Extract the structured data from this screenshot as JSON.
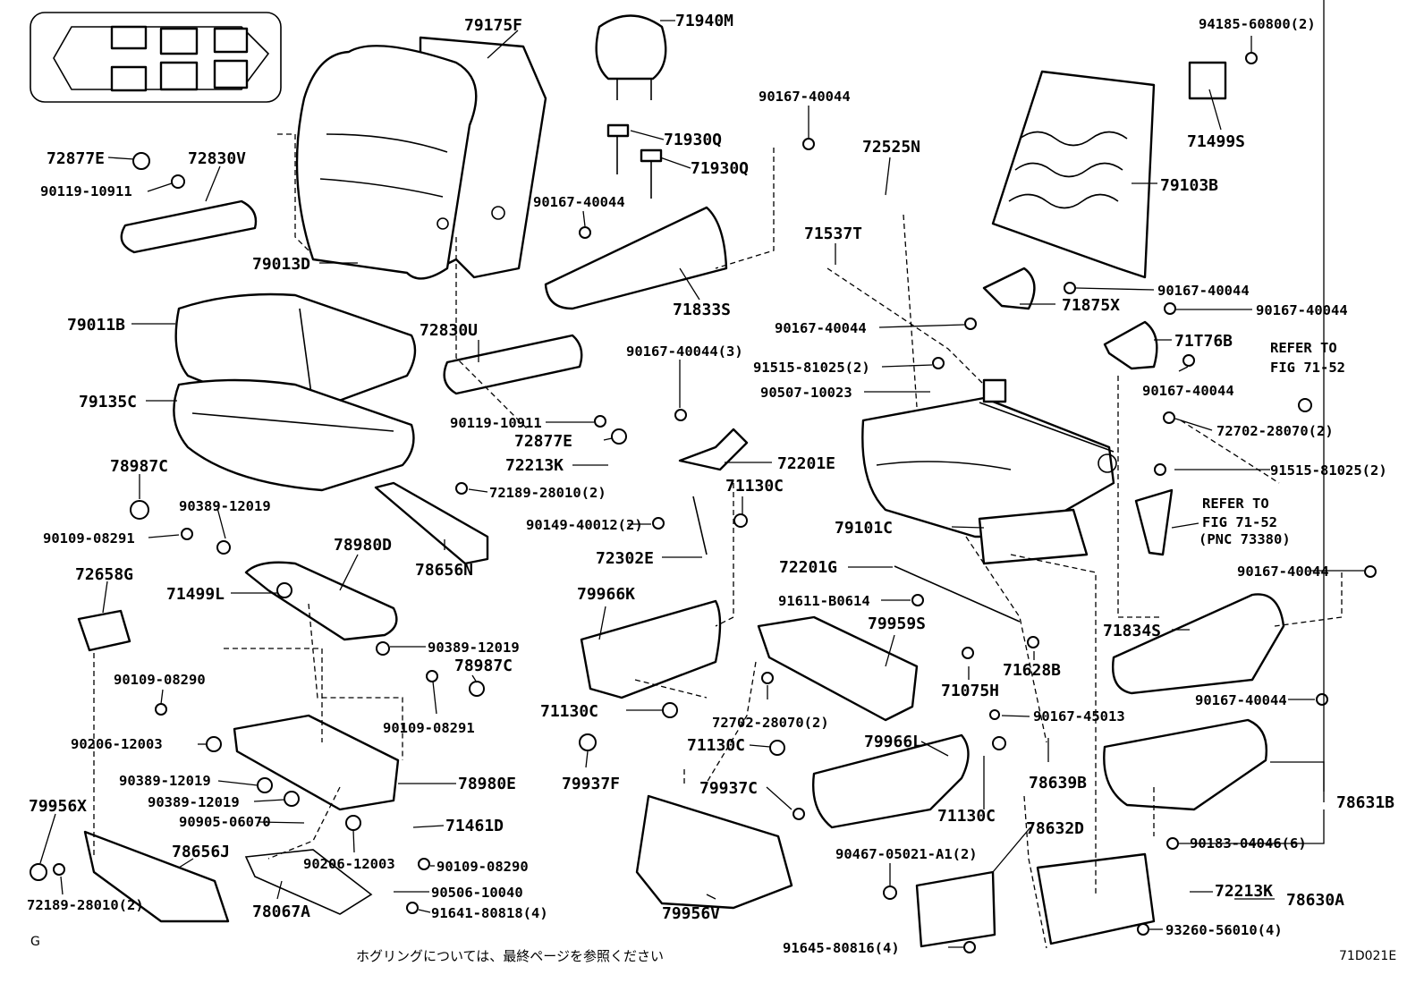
{
  "figure_code": "71D021E",
  "corner_letter": "G",
  "footnote": "ホグリングについては、最終ページを参照ください",
  "refer_notes": {
    "a": [
      "REFER TO",
      "FIG 71-52"
    ],
    "b": [
      "REFER TO",
      "FIG 71-52",
      "(PNC 73380)"
    ]
  },
  "labels": {
    "p79175F": "79175F",
    "p71940M": "71940M",
    "p94185": "94185-60800(2)",
    "p72877E_a": "72877E",
    "p72830V": "72830V",
    "p90119_a": "90119-10911",
    "p71930Q_a": "71930Q",
    "p71930Q_b": "71930Q",
    "p90167_top": "90167-40044",
    "p72525N": "72525N",
    "p71499S": "71499S",
    "p79103B": "79103B",
    "p90167_l": "90167-40044",
    "p71537T": "71537T",
    "p79013D": "79013D",
    "p71833S": "71833S",
    "p90167_r1": "90167-40044",
    "p71875X": "71875X",
    "p90167_m": "90167-40044",
    "p90167_r2": "90167-40044",
    "p79011B": "79011B",
    "p72830U": "72830U",
    "p71T76B": "71T76B",
    "p90167_3": "90167-40044(3)",
    "p91515_a": "91515-81025(2)",
    "p90167_r3": "90167-40044",
    "p79135C": "79135C",
    "p90507": "90507-10023",
    "p90119_b": "90119-10911",
    "p72702_a": "72702-28070(2)",
    "p72877E_b": "72877E",
    "p78987C_a": "78987C",
    "p72213K_a": "72213K",
    "p72201E": "72201E",
    "p91515_b": "91515-81025(2)",
    "p71130C_a": "71130C",
    "p72189_a": "72189-28010(2)",
    "p90389_a": "90389-12019",
    "p79101C": "79101C",
    "p90109_a": "90109-08291",
    "p90149": "90149-40012(2)",
    "p78980D": "78980D",
    "p72302E": "72302E",
    "p78656N": "78656N",
    "p72658G": "72658G",
    "p72201G": "72201G",
    "p90167_r4": "90167-40044",
    "p71499L": "71499L",
    "p79966K": "79966K",
    "p91611": "91611-B0614",
    "p79959S": "79959S",
    "p71834S": "71834S",
    "p90389_b": "90389-12019",
    "p78987C_b": "78987C",
    "p71628B": "71628B",
    "p90109_b": "90109-08290",
    "p71075H": "71075H",
    "p90167_r5": "90167-40044",
    "p90109_c": "90109-08291",
    "p71130C_b": "71130C",
    "p90167_45013": "90167-45013",
    "p72702_b": "72702-28070(2)",
    "p90206_a": "90206-12003",
    "p71130C_c": "71130C",
    "p79966L": "79966L",
    "p78639B": "78639B",
    "p79937F": "79937F",
    "p78631B": "78631B",
    "p90389_c": "90389-12019",
    "p78980E": "78980E",
    "p79937C": "79937C",
    "p90389_d": "90389-12019",
    "p71130C_d": "71130C",
    "p79956X": "79956X",
    "p90905": "90905-06070",
    "p71461D": "71461D",
    "p78632D": "78632D",
    "p90183": "90183-04046(6)",
    "p78656J": "78656J",
    "p90206_b": "90206-12003",
    "p90109_d": "90109-08290",
    "p90467": "90467-05021-A1(2)",
    "p72213K_b": "72213K",
    "p78630A": "78630A",
    "p90506": "90506-10040",
    "p72189_b": "72189-28010(2)",
    "p78067A": "78067A",
    "p91641": "91641-80818(4)",
    "p79956V": "79956V",
    "p93260": "93260-56010(4)",
    "p91645": "91645-80816(4)"
  }
}
